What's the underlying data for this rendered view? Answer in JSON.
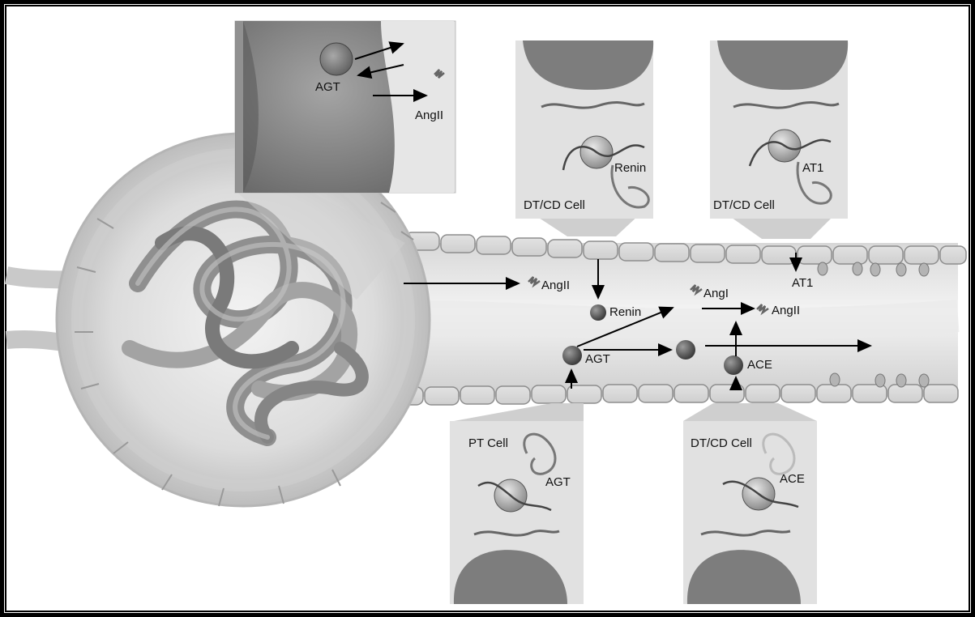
{
  "diagram": {
    "labels": {
      "vessel_agt": "AGT",
      "vessel_angii": "AngII",
      "top_left_cell": "DT/CD Cell",
      "top_left_gene": "Renin",
      "top_right_cell": "DT/CD Cell",
      "top_right_gene": "AT1",
      "lumen_angii_filtered": "AngII",
      "lumen_renin": "Renin",
      "lumen_angi": "AngI",
      "lumen_angii_formed": "AngII",
      "lumen_agt": "AGT",
      "lumen_ace": "ACE",
      "lumen_at1": "AT1",
      "bottom_left_cell": "PT Cell",
      "bottom_left_gene": "AGT",
      "bottom_right_cell": "DT/CD Cell",
      "bottom_right_gene": "ACE"
    }
  }
}
